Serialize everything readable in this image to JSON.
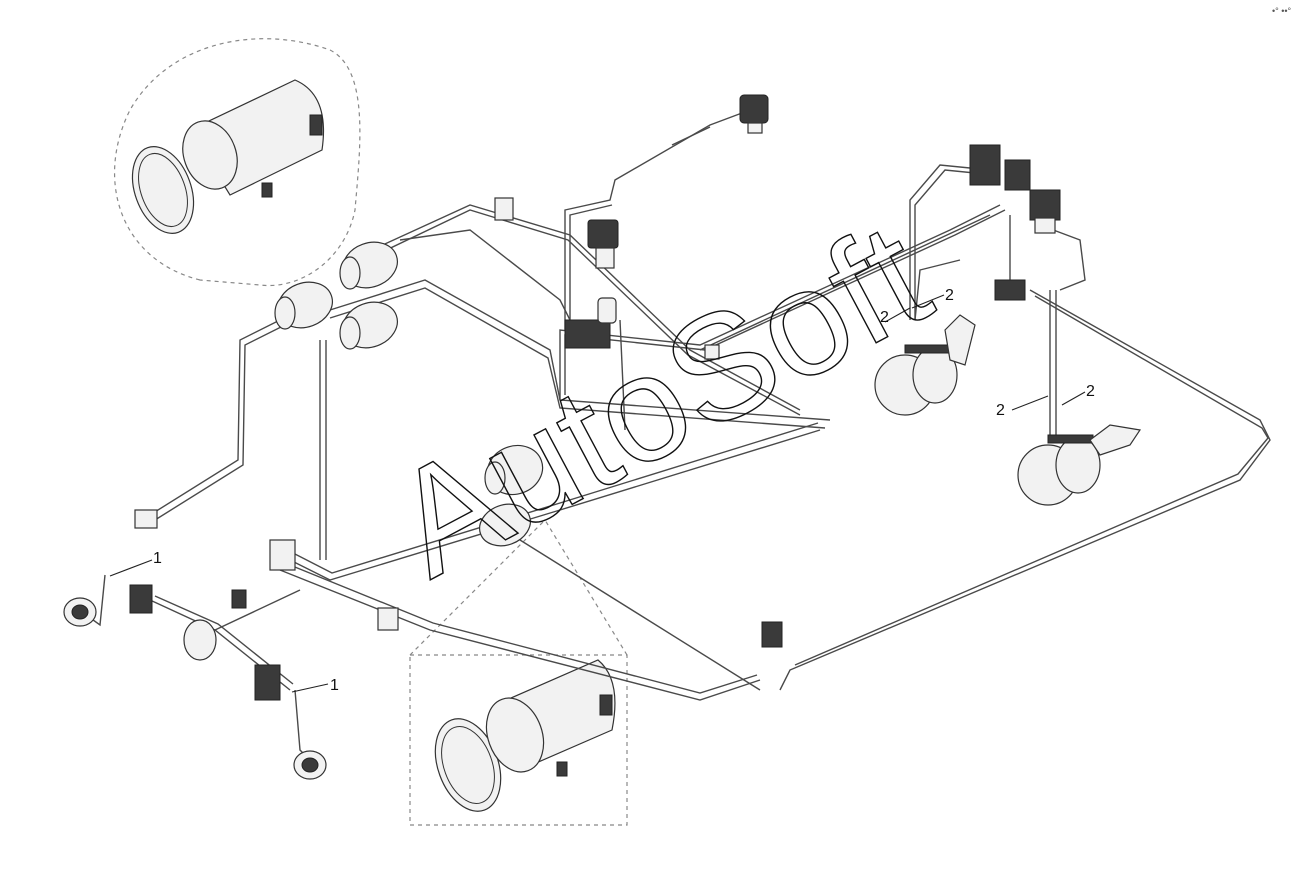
{
  "watermark": "AutoSoft",
  "corner_mark": "•° ••°",
  "callouts": [
    "1",
    "1",
    "2",
    "2",
    "2",
    "2"
  ]
}
